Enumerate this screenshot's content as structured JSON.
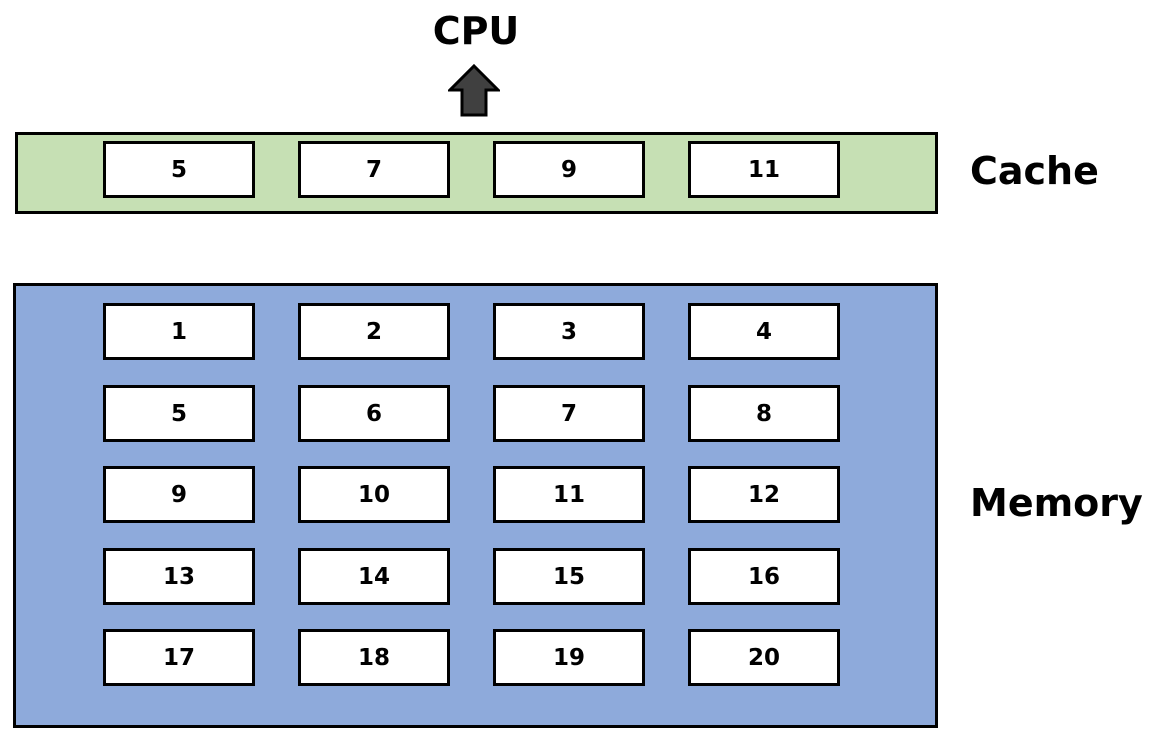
{
  "cpu": {
    "label": "CPU"
  },
  "cache": {
    "label": "Cache",
    "color": "#c6e0b4",
    "cells": [
      "5",
      "7",
      "9",
      "11"
    ]
  },
  "memory": {
    "label": "Memory",
    "color": "#8eaadb",
    "rows": [
      [
        "1",
        "2",
        "3",
        "4"
      ],
      [
        "5",
        "6",
        "7",
        "8"
      ],
      [
        "9",
        "10",
        "11",
        "12"
      ],
      [
        "13",
        "14",
        "15",
        "16"
      ],
      [
        "17",
        "18",
        "19",
        "20"
      ]
    ]
  },
  "icons": {
    "arrow": "up-arrow-icon"
  }
}
